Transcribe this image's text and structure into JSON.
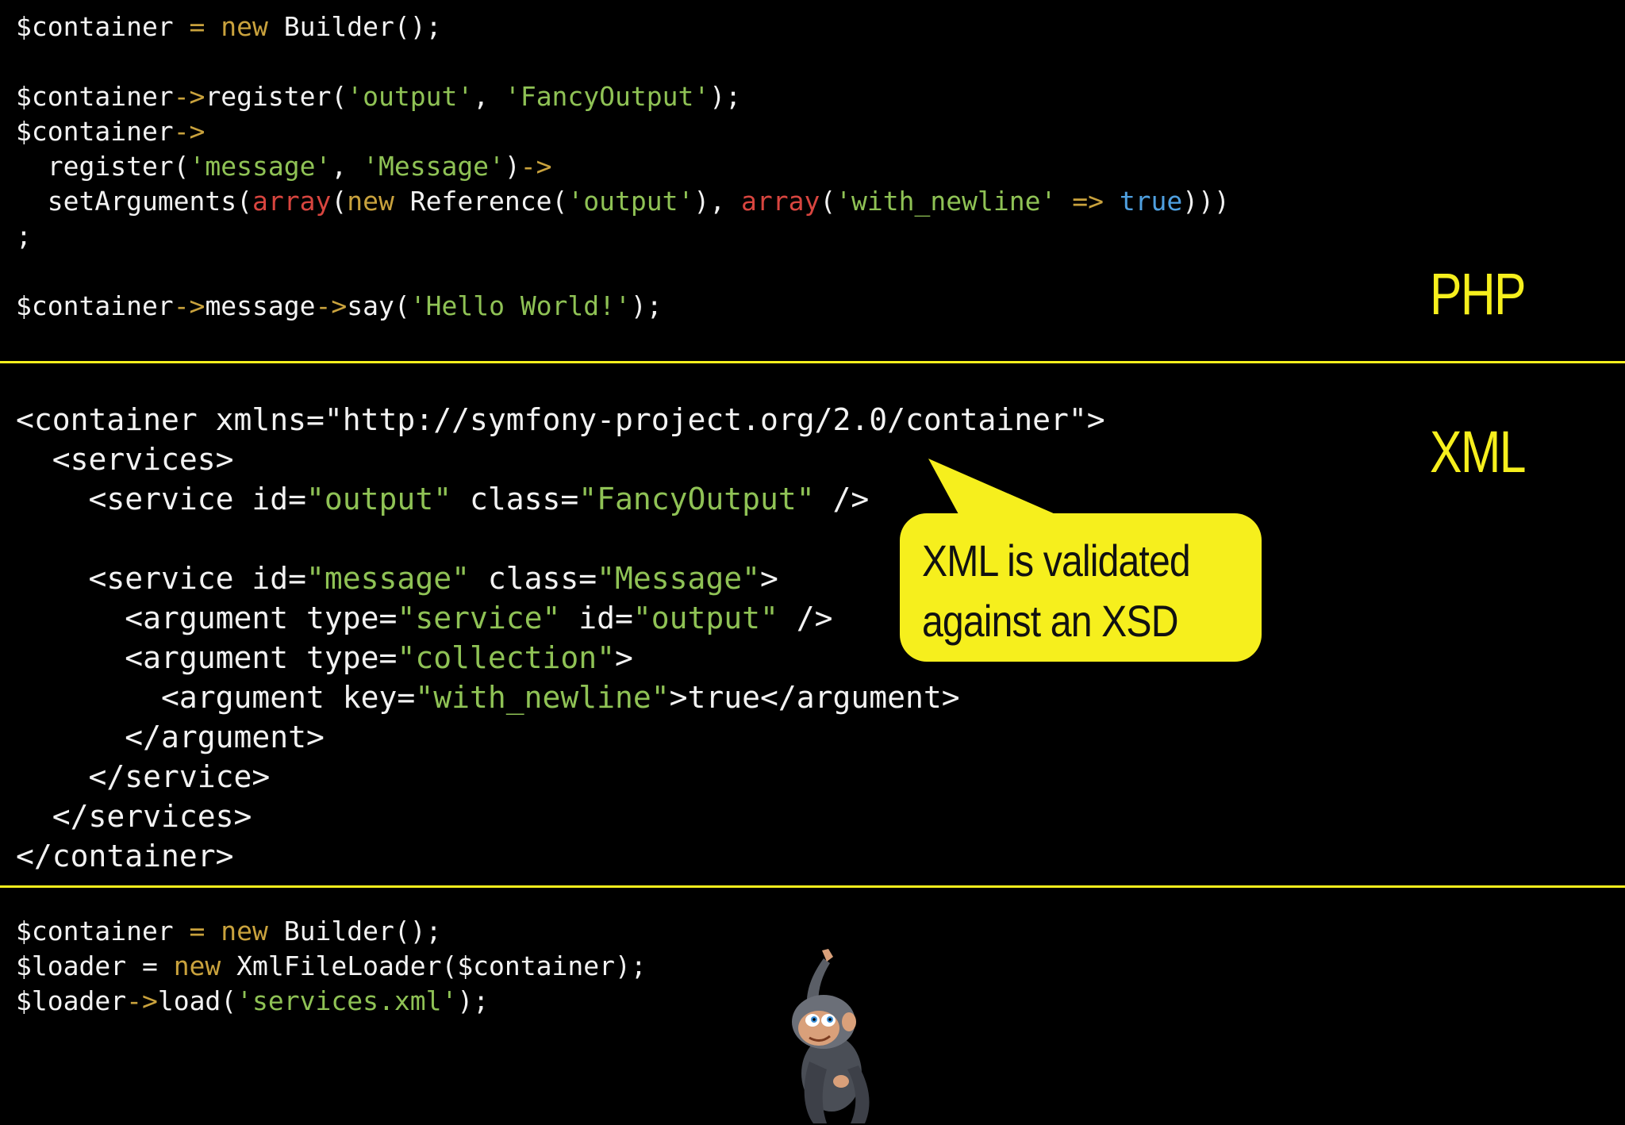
{
  "php_section": {
    "label": "PHP",
    "lines": [
      [
        {
          "t": "$container ",
          "c": "plain"
        },
        {
          "t": "= ",
          "c": "op"
        },
        {
          "t": "new ",
          "c": "kw"
        },
        {
          "t": "Builder();",
          "c": "plain"
        }
      ],
      [],
      [
        {
          "t": "$container",
          "c": "plain"
        },
        {
          "t": "->",
          "c": "op"
        },
        {
          "t": "register(",
          "c": "plain"
        },
        {
          "t": "'output'",
          "c": "str"
        },
        {
          "t": ", ",
          "c": "plain"
        },
        {
          "t": "'FancyOutput'",
          "c": "str"
        },
        {
          "t": ");",
          "c": "plain"
        }
      ],
      [
        {
          "t": "$container",
          "c": "plain"
        },
        {
          "t": "->",
          "c": "op"
        }
      ],
      [
        {
          "t": "  register(",
          "c": "plain"
        },
        {
          "t": "'message'",
          "c": "str"
        },
        {
          "t": ", ",
          "c": "plain"
        },
        {
          "t": "'Message'",
          "c": "str"
        },
        {
          "t": ")",
          "c": "plain"
        },
        {
          "t": "->",
          "c": "op"
        }
      ],
      [
        {
          "t": "  setArguments(",
          "c": "plain"
        },
        {
          "t": "array",
          "c": "fn"
        },
        {
          "t": "(",
          "c": "plain"
        },
        {
          "t": "new ",
          "c": "kw"
        },
        {
          "t": "Reference(",
          "c": "plain"
        },
        {
          "t": "'output'",
          "c": "str"
        },
        {
          "t": "), ",
          "c": "plain"
        },
        {
          "t": "array",
          "c": "fn"
        },
        {
          "t": "(",
          "c": "plain"
        },
        {
          "t": "'with_newline' ",
          "c": "str"
        },
        {
          "t": "=> ",
          "c": "op"
        },
        {
          "t": "true",
          "c": "bool"
        },
        {
          "t": ")))",
          "c": "plain"
        }
      ],
      [
        {
          "t": ";",
          "c": "plain"
        }
      ],
      [],
      [
        {
          "t": "$container",
          "c": "plain"
        },
        {
          "t": "->",
          "c": "op"
        },
        {
          "t": "message",
          "c": "plain"
        },
        {
          "t": "->",
          "c": "op"
        },
        {
          "t": "say(",
          "c": "plain"
        },
        {
          "t": "'Hello World!'",
          "c": "str"
        },
        {
          "t": ");",
          "c": "plain"
        }
      ]
    ]
  },
  "xml_section": {
    "label": "XML",
    "lines": [
      [
        {
          "t": "<container xmlns=\"http://symfony-project.org/2.0/container\">",
          "c": "plain"
        }
      ],
      [
        {
          "t": "  <services>",
          "c": "plain"
        }
      ],
      [
        {
          "t": "    <service id=",
          "c": "plain"
        },
        {
          "t": "\"output\"",
          "c": "attr"
        },
        {
          "t": " class=",
          "c": "plain"
        },
        {
          "t": "\"FancyOutput\"",
          "c": "attr"
        },
        {
          "t": " />",
          "c": "plain"
        }
      ],
      [],
      [
        {
          "t": "    <service id=",
          "c": "plain"
        },
        {
          "t": "\"message\"",
          "c": "attr"
        },
        {
          "t": " class=",
          "c": "plain"
        },
        {
          "t": "\"Message\"",
          "c": "attr"
        },
        {
          "t": ">",
          "c": "plain"
        }
      ],
      [
        {
          "t": "      <argument type=",
          "c": "plain"
        },
        {
          "t": "\"service\"",
          "c": "attr"
        },
        {
          "t": " id=",
          "c": "plain"
        },
        {
          "t": "\"output\"",
          "c": "attr"
        },
        {
          "t": " />",
          "c": "plain"
        }
      ],
      [
        {
          "t": "      <argument type=",
          "c": "plain"
        },
        {
          "t": "\"collection\"",
          "c": "attr"
        },
        {
          "t": ">",
          "c": "plain"
        }
      ],
      [
        {
          "t": "        <argument key=",
          "c": "plain"
        },
        {
          "t": "\"with_newline\"",
          "c": "attr"
        },
        {
          "t": ">true</argument>",
          "c": "plain"
        }
      ],
      [
        {
          "t": "      </argument>",
          "c": "plain"
        }
      ],
      [
        {
          "t": "    </service>",
          "c": "plain"
        }
      ],
      [
        {
          "t": "  </services>",
          "c": "plain"
        }
      ],
      [
        {
          "t": "</container>",
          "c": "plain"
        }
      ]
    ]
  },
  "loader_section": {
    "lines": [
      [
        {
          "t": "$container ",
          "c": "plain"
        },
        {
          "t": "= ",
          "c": "op"
        },
        {
          "t": "new ",
          "c": "kw"
        },
        {
          "t": "Builder();",
          "c": "plain"
        }
      ],
      [
        {
          "t": "$loader = ",
          "c": "plain"
        },
        {
          "t": "new ",
          "c": "kw"
        },
        {
          "t": "XmlFileLoader($container);",
          "c": "plain"
        }
      ],
      [
        {
          "t": "$loader",
          "c": "plain"
        },
        {
          "t": "->",
          "c": "op"
        },
        {
          "t": "load(",
          "c": "plain"
        },
        {
          "t": "'services.xml'",
          "c": "str"
        },
        {
          "t": ");",
          "c": "plain"
        }
      ]
    ]
  },
  "callout": {
    "text": "XML is validated\nagainst an XSD"
  },
  "colors": {
    "background": "#000000",
    "accent_yellow": "#f6ef1d",
    "plain": "#f2f2f2",
    "keyword": "#c9a23d",
    "string": "#8fc255",
    "function": "#d8453f",
    "boolean": "#4fa0e0"
  },
  "illustration": {
    "icon": "monkey-mascot-icon"
  }
}
